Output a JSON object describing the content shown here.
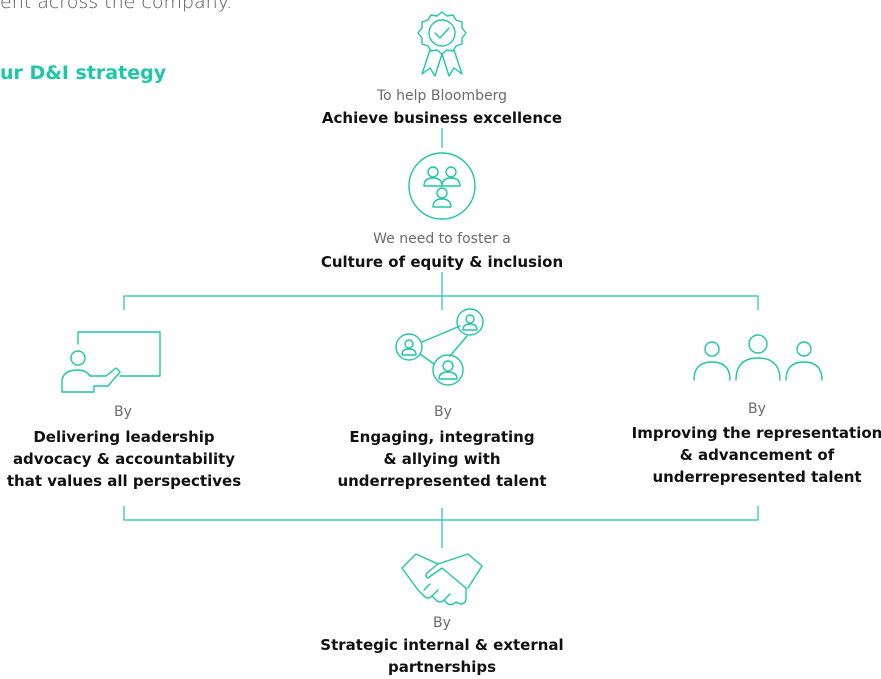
{
  "colors": {
    "accent": "#1dc7a8",
    "text": "#111111",
    "muted": "#6b6b6b"
  },
  "intro_text": "ent across the company.",
  "section_title": "ur D&I strategy",
  "top": {
    "icon": "award-ribbon-icon",
    "lead": "To help Bloomberg",
    "heading": "Achieve business excellence"
  },
  "middle": {
    "icon": "team-group-icon",
    "lead": "We need to foster a",
    "heading": "Culture of equity & inclusion"
  },
  "pillars": [
    {
      "icon": "presenter-board-icon",
      "lead": "By",
      "lines": [
        "Delivering leadership",
        "advocacy & accountability",
        "that values all perspectives"
      ]
    },
    {
      "icon": "network-people-icon",
      "lead": "By",
      "lines": [
        "Engaging, integrating",
        "& allying with",
        "underrepresented talent"
      ]
    },
    {
      "icon": "three-people-icon",
      "lead": "By",
      "lines": [
        "Improving the representation",
        "& advancement of",
        "underrepresented talent"
      ]
    }
  ],
  "bottom": {
    "icon": "handshake-icon",
    "lead": "By",
    "lines": [
      "Strategic internal & external",
      "partnerships"
    ]
  }
}
